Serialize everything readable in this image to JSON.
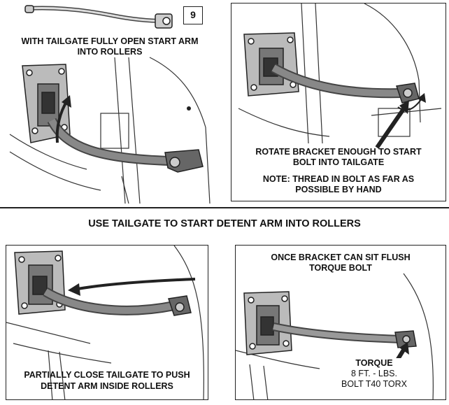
{
  "step_number": "9",
  "panel1": {
    "caption_line1": "WITH TAILGATE FULLY OPEN START ARM",
    "caption_line2": "INTO ROLLERS"
  },
  "panel2": {
    "caption_line1": "ROTATE BRACKET ENOUGH TO START",
    "caption_line2": "BOLT INTO TAILGATE",
    "note_line1": "NOTE: THREAD IN BOLT AS FAR AS",
    "note_line2": "POSSIBLE BY HAND"
  },
  "section_title": "USE TAILGATE TO START DETENT ARM INTO ROLLERS",
  "panel3": {
    "caption_line1": "PARTIALLY CLOSE TAILGATE TO PUSH",
    "caption_line2": "DETENT ARM INSIDE ROLLERS"
  },
  "panel4": {
    "caption_line1": "ONCE BRACKET CAN SIT FLUSH",
    "caption_line2": "TORQUE BOLT",
    "torque_label": "TORQUE",
    "torque_value": "8 FT. - LBS.",
    "bolt_spec": "BOLT T40 TORX"
  }
}
